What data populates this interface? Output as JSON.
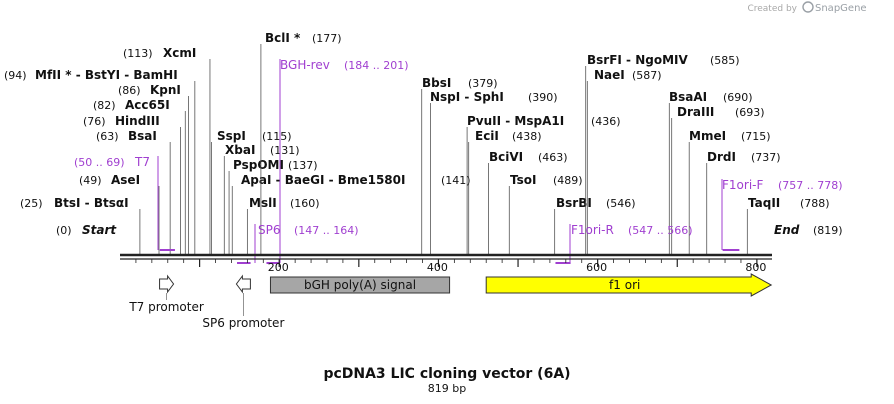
{
  "brand": {
    "prefix": "Created by",
    "name": "SnapGene"
  },
  "title": "pcDNA3 LIC cloning vector (6A)",
  "length_label": "819 bp",
  "length": 819,
  "start": {
    "label": "Start",
    "pos": "(0)"
  },
  "end": {
    "label": "End",
    "pos": "(819)"
  },
  "ticks": [
    {
      "bp": 200,
      "label": "200"
    },
    {
      "bp": 400,
      "label": "400"
    },
    {
      "bp": 600,
      "label": "600"
    },
    {
      "bp": 800,
      "label": "800"
    }
  ],
  "sites": [
    {
      "bp": 25,
      "pos": "(25)",
      "name": "BtsI - BtsαI"
    },
    {
      "bp": 49,
      "pos": "(49)",
      "name": "AseI"
    },
    {
      "bp": 63,
      "pos": "(63)",
      "name": "BsaI"
    },
    {
      "bp": 76,
      "pos": "(76)",
      "name": "HindIII"
    },
    {
      "bp": 82,
      "pos": "(82)",
      "name": "Acc65I"
    },
    {
      "bp": 86,
      "pos": "(86)",
      "name": "KpnI"
    },
    {
      "bp": 94,
      "pos": "(94)",
      "name": "MfII * - BstYI - BamHI"
    },
    {
      "bp": 113,
      "pos": "(113)",
      "name": "XcmI"
    },
    {
      "bp": 115,
      "pos": "(115)",
      "name": "SspI"
    },
    {
      "bp": 131,
      "pos": "(131)",
      "name": "XbaI"
    },
    {
      "bp": 137,
      "pos": "(137)",
      "name": "PspOMI"
    },
    {
      "bp": 141,
      "pos": "(141)",
      "name": "ApaI - BaeGI - Bme1580I"
    },
    {
      "bp": 160,
      "pos": "(160)",
      "name": "MslI"
    },
    {
      "bp": 177,
      "pos": "(177)",
      "name": "BclI *"
    },
    {
      "bp": 379,
      "pos": "(379)",
      "name": "BbsI"
    },
    {
      "bp": 390,
      "pos": "(390)",
      "name": "NspI - SphI"
    },
    {
      "bp": 436,
      "pos": "(436)",
      "name": "PvuII - MspA1I"
    },
    {
      "bp": 438,
      "pos": "(438)",
      "name": "EciI"
    },
    {
      "bp": 463,
      "pos": "(463)",
      "name": "BciVI"
    },
    {
      "bp": 489,
      "pos": "(489)",
      "name": "TsoI"
    },
    {
      "bp": 546,
      "pos": "(546)",
      "name": "BsrBI"
    },
    {
      "bp": 585,
      "pos": "(585)",
      "name": "BsrFI - NgoMIV"
    },
    {
      "bp": 587,
      "pos": "(587)",
      "name": "NaeI"
    },
    {
      "bp": 690,
      "pos": "(690)",
      "name": "BsaAI"
    },
    {
      "bp": 693,
      "pos": "(693)",
      "name": "DraIII"
    },
    {
      "bp": 715,
      "pos": "(715)",
      "name": "MmeI"
    },
    {
      "bp": 737,
      "pos": "(737)",
      "name": "DrdI"
    },
    {
      "bp": 788,
      "pos": "(788)",
      "name": "TaqII"
    }
  ],
  "primers": [
    {
      "name": "T7",
      "range": "(50 .. 69)",
      "start": 50,
      "end": 69,
      "strand": "forward"
    },
    {
      "name": "SP6",
      "range": "(147 .. 164)",
      "start": 147,
      "end": 164,
      "strand": "reverse"
    },
    {
      "name": "BGH-rev",
      "range": "(184 .. 201)",
      "start": 184,
      "end": 201,
      "strand": "reverse"
    },
    {
      "name": "F1ori-R",
      "range": "(547 .. 566)",
      "start": 547,
      "end": 566,
      "strand": "reverse"
    },
    {
      "name": "F1ori-F",
      "range": "(757 .. 778)",
      "start": 757,
      "end": 778,
      "strand": "forward"
    }
  ],
  "features": [
    {
      "name": "T7 promoter",
      "start": 49,
      "end": 68,
      "type": "promoter",
      "direction": "forward",
      "color": "#ffffff"
    },
    {
      "name": "SP6 promoter",
      "start": 146,
      "end": 164,
      "type": "promoter",
      "direction": "reverse",
      "color": "#ffffff"
    },
    {
      "name": "bGH poly(A) signal",
      "start": 189,
      "end": 414,
      "type": "box",
      "direction": "none",
      "color": "#a6a6a6"
    },
    {
      "name": "f1 ori",
      "start": 460,
      "end": 818,
      "type": "arrow",
      "direction": "forward",
      "color": "#ffff00"
    }
  ],
  "colors": {
    "primer": "#a03fd0",
    "backbone": "#222222",
    "text": "#111111"
  }
}
